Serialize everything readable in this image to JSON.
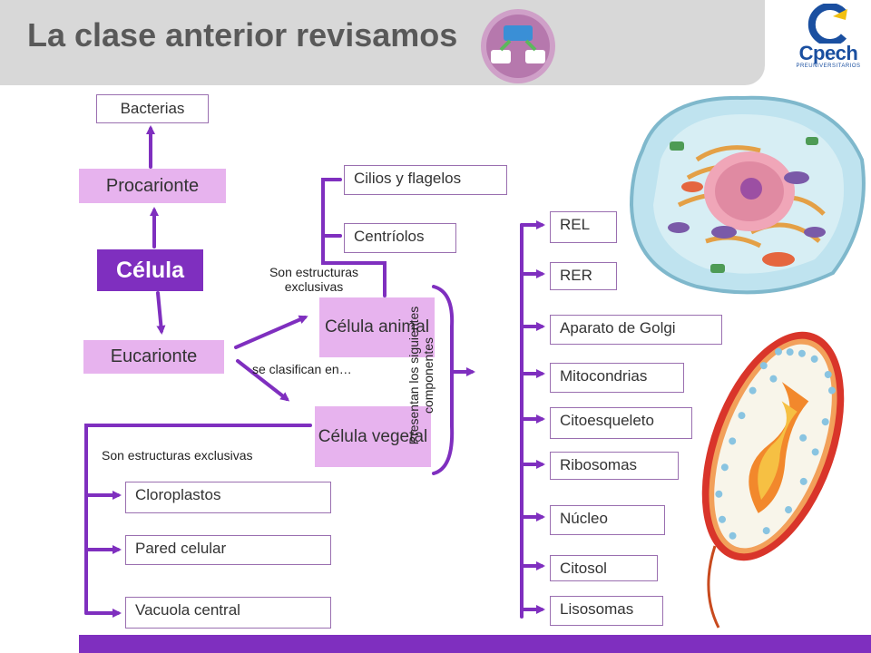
{
  "header": {
    "title": "La clase anterior revisamos"
  },
  "logo": {
    "text": "Cpech",
    "sub": "PREUNIVERSITARIOS"
  },
  "tree": {
    "bacterias": "Bacterias",
    "procarionte": "Procarionte",
    "celula": "Célula",
    "eucarionte": "Eucarionte"
  },
  "animal": {
    "label": "Célula animal",
    "note": "Son estructuras exclusivas",
    "items": [
      "Cilios y flagelos",
      "Centríolos"
    ]
  },
  "classify_note": "se clasifican en…",
  "vegetal": {
    "label": "Célula vegetal",
    "note": "Son estructuras exclusivas",
    "items": [
      "Cloroplastos",
      "Pared celular",
      "Vacuola central"
    ]
  },
  "components": {
    "note": "Presentan los siguientes componentes",
    "items": [
      "REL",
      "RER",
      "Aparato de Golgi",
      "Mitocondrias",
      "Citoesqueleto",
      "Ribosomas",
      "Núcleo",
      "Citosol",
      "Lisosomas"
    ]
  },
  "colors": {
    "accent": "#7f2fbf",
    "pink": "#e7b3ee",
    "header": "#d8d8d8"
  },
  "icons": [
    "diagram-icon",
    "cpech-logo",
    "animal-cell-illustration",
    "bacteria-illustration"
  ]
}
